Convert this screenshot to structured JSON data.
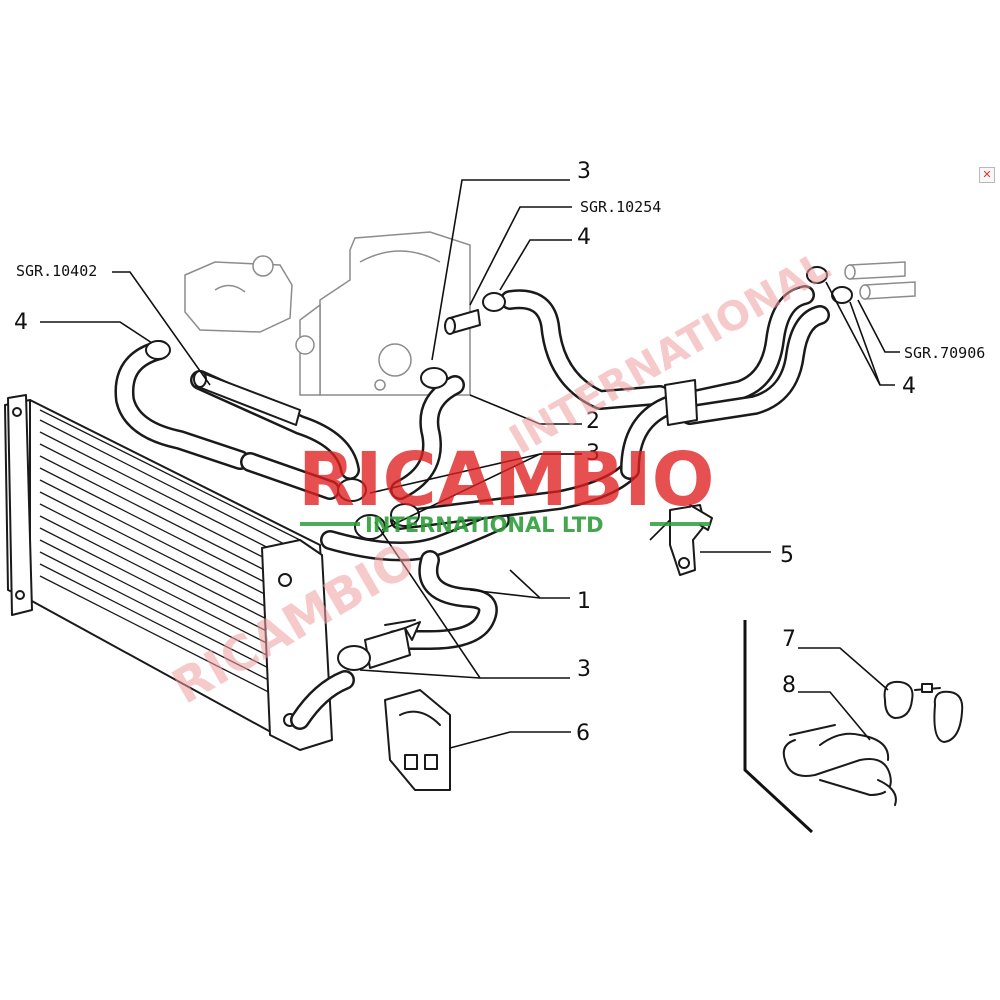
{
  "labels": {
    "c1": "1",
    "c2": "2",
    "c3a": "3",
    "c3b": "3",
    "c3c": "3",
    "c4a": "4",
    "c4b": "4",
    "c4c": "4",
    "c5": "5",
    "c6": "6",
    "c7": "7",
    "c8": "8",
    "sgr10254": "SGR.10254",
    "sgr10402": "SGR.10402",
    "sgr70906": "SGR.70906"
  },
  "watermark": {
    "brand": "RICAMBIO",
    "sub": "INTERNATIONAL LTD",
    "diagonal_1": "RICAMBIO",
    "diagonal_2": "INTERNATIONAL",
    "brand_color": "#e02020",
    "sub_color": "#2e9e3a"
  },
  "close_icon_glyph": "✕"
}
